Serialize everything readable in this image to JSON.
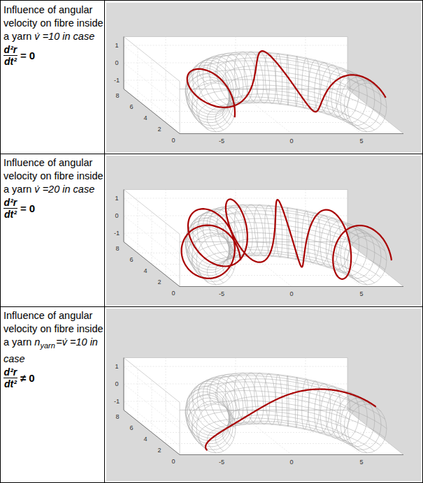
{
  "diagram": {
    "labels": [
      "Influence of angular velocity on fibre inside a yarn",
      "v̇ =10 in case",
      "d²r",
      "dt²",
      "= 0",
      "1",
      "0",
      "-1",
      "8",
      "6",
      "4",
      "2",
      "0",
      "-5",
      "0",
      "5",
      "Influence of angular velocity on fibre inside a yarn",
      "v̇ =20 in case",
      "d²r",
      "dt²",
      "= 0",
      "1",
      "0",
      "-1",
      "8",
      "6",
      "4",
      "2",
      "0",
      "-5",
      "0",
      "5",
      "Influence of angular velocity on fibre inside a yarn",
      "n",
      "yarn",
      "=v̇ =10 in case",
      "d²r",
      "dt²",
      "≠ 0",
      "1",
      "0",
      "-1",
      "8",
      "6",
      "4",
      "2",
      "0",
      "-5",
      "0",
      "5"
    ]
  }
}
